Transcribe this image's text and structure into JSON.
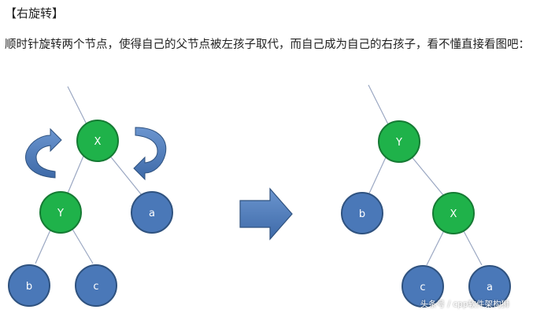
{
  "heading": "【右旋转】",
  "paragraph": "顺时针旋转两个节点，使得自己的父节点被左孩子取代，而自己成为自己的右孩子，看不懂直接看图吧：",
  "colors": {
    "green_node": "#1fb24a",
    "green_stroke": "#157a33",
    "blue_node": "#4a78b8",
    "blue_stroke": "#2f527f",
    "edge": "#9aa7c2",
    "arrow": "#4f7fc0"
  },
  "left_tree": {
    "root": "X",
    "left_child": "Y",
    "right_child": "a",
    "y_left": "b",
    "y_right": "c"
  },
  "right_tree": {
    "root": "Y",
    "left_child": "b",
    "right_child": "X",
    "x_left": "c",
    "x_right": "a"
  },
  "watermark": "头条号 / cpp软件架构狮"
}
